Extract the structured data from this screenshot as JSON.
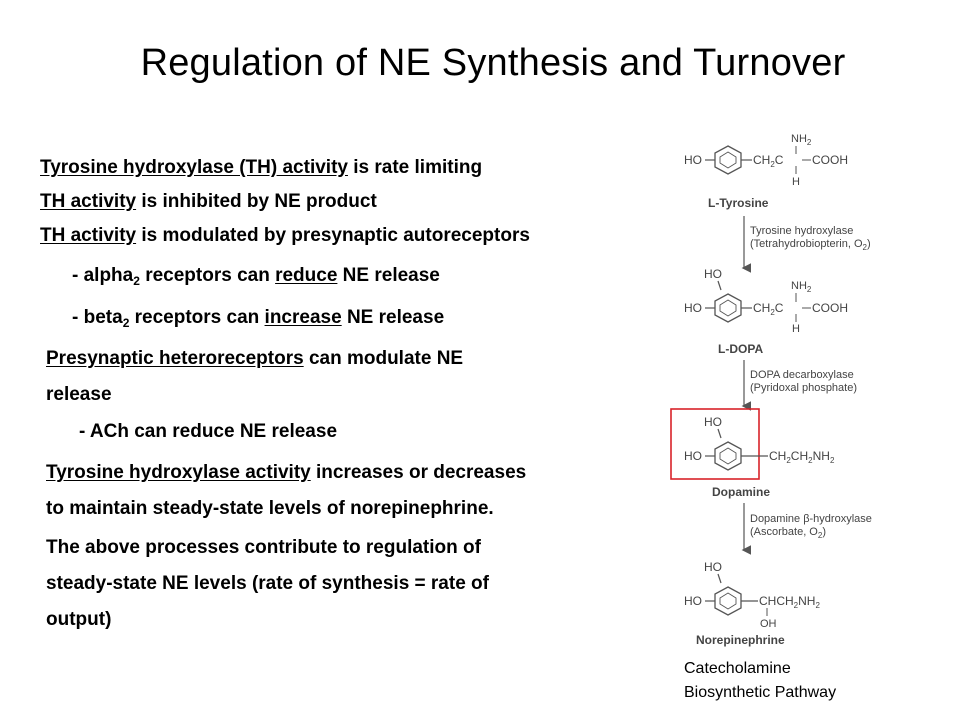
{
  "title": "Regulation of NE Synthesis and Turnover",
  "bullets": [
    {
      "u": "Tyrosine hydroxylase (TH) activity",
      "rest": " is rate limiting"
    },
    {
      "u": "TH activity",
      "rest": " is inhibited by NE product"
    },
    {
      "u": "TH activity",
      "rest": " is modulated by presynaptic autoreceptors"
    },
    {
      "pre": "- alpha",
      "sub": "2",
      "mid": " receptors can ",
      "u": "reduce",
      "rest": " NE release"
    },
    {
      "pre": "- beta",
      "sub": "2",
      "mid": " receptors can ",
      "u": "increase",
      "rest": " NE release"
    },
    {
      "u": "Presynaptic heteroreceptors",
      "rest": " can modulate NE",
      "line2": "release"
    },
    {
      "text": "- ACh can reduce NE release"
    },
    {
      "u": "Tyrosine hydroxylase activity",
      "rest": " increases or decreases",
      "line2": "to maintain steady-state levels of norepinephrine."
    },
    {
      "text": "The above processes contribute to regulation of",
      "line2": "steady-state NE levels  (rate of synthesis =  rate of",
      "line3": "output)"
    }
  ],
  "pathway": {
    "caption": [
      "Catecholamine",
      "Biosynthetic Pathway"
    ],
    "highlight_color": "#d9232a",
    "compounds": [
      {
        "name": "L-Tyrosine",
        "left_groups": [
          "HO"
        ],
        "right": "CH2C",
        "top_group": "NH2",
        "bottom_group": "H",
        "tail": "COOH"
      },
      {
        "name": "L-DOPA",
        "left_groups": [
          "HO",
          "HO"
        ],
        "right": "CH2C",
        "top_group": "NH2",
        "bottom_group": "H",
        "tail": "COOH"
      },
      {
        "name": "Dopamine",
        "left_groups": [
          "HO",
          "HO"
        ],
        "right": "CH2CH2NH2"
      },
      {
        "name": "Norepinephrine",
        "left_groups": [
          "HO",
          "HO"
        ],
        "right": "CHCH2NH2",
        "bottom_group": "OH"
      }
    ],
    "enzymes": [
      {
        "enzyme": "Tyrosine hydroxylase",
        "cofactor": "(Tetrahydrobiopterin, O2)"
      },
      {
        "enzyme": "DOPA decarboxylase",
        "cofactor": "(Pyridoxal phosphate)"
      },
      {
        "enzyme": "Dopamine β-hydroxylase",
        "cofactor": "(Ascorbate, O2)"
      }
    ]
  }
}
